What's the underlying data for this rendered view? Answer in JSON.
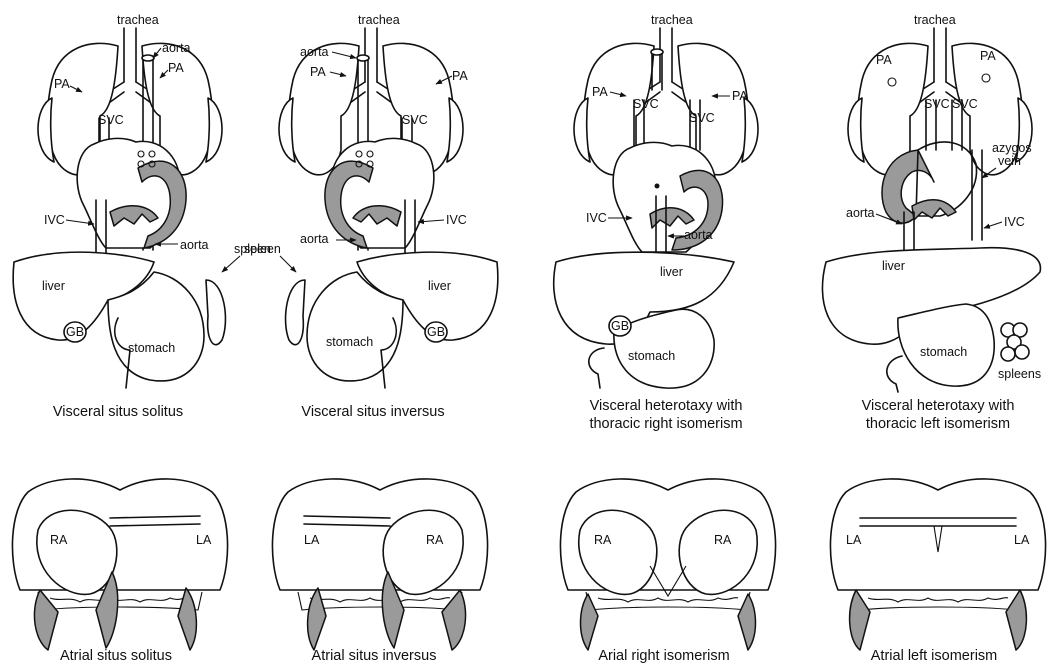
{
  "panels": [
    {
      "caption": [
        "Visceral situs solitus"
      ],
      "labels": {
        "trachea": "trachea",
        "aorta_top": "aorta",
        "pa_left": "PA",
        "pa_right": "PA",
        "svc": "SVC",
        "ivc": "IVC",
        "aorta": "aorta",
        "spleen": "spleen",
        "liver": "liver",
        "gb": "GB",
        "stomach": "stomach"
      }
    },
    {
      "caption": [
        "Visceral situs inversus"
      ],
      "labels": {
        "trachea": "trachea",
        "aorta_top": "aorta",
        "pa_left": "PA",
        "pa_right": "PA",
        "svc": "SVC",
        "ivc": "IVC",
        "aorta": "aorta",
        "spleen": "spleen",
        "liver": "liver",
        "gb": "GB",
        "stomach": "stomach"
      }
    },
    {
      "caption": [
        "Visceral heterotaxy with",
        "thoracic right isomerism"
      ],
      "labels": {
        "trachea": "trachea",
        "pa_left": "PA",
        "pa_right": "PA",
        "svc_left": "SVC",
        "svc_right": "SVC",
        "ivc": "IVC",
        "aorta": "aorta",
        "liver": "liver",
        "gb": "GB",
        "stomach": "stomach"
      }
    },
    {
      "caption": [
        "Visceral heterotaxy with",
        "thoracic left isomerism"
      ],
      "labels": {
        "trachea": "trachea",
        "pa_left": "PA",
        "pa_right": "PA",
        "svc_left": "SVC",
        "svc_right": "SVC",
        "azygos": [
          "azygos",
          "vein"
        ],
        "aorta": "aorta",
        "ivc": "IVC",
        "liver": "liver",
        "stomach": "stomach",
        "spleens": "spleens"
      }
    }
  ],
  "atrial": [
    {
      "caption": "Atrial situs solitus",
      "left": "RA",
      "right": "LA"
    },
    {
      "caption": "Atrial situs inversus",
      "left": "LA",
      "right": "RA"
    },
    {
      "caption": "Arial right isomerism",
      "left": "RA",
      "right": "RA"
    },
    {
      "caption": "Atrial left isomerism",
      "left": "LA",
      "right": "LA"
    }
  ]
}
